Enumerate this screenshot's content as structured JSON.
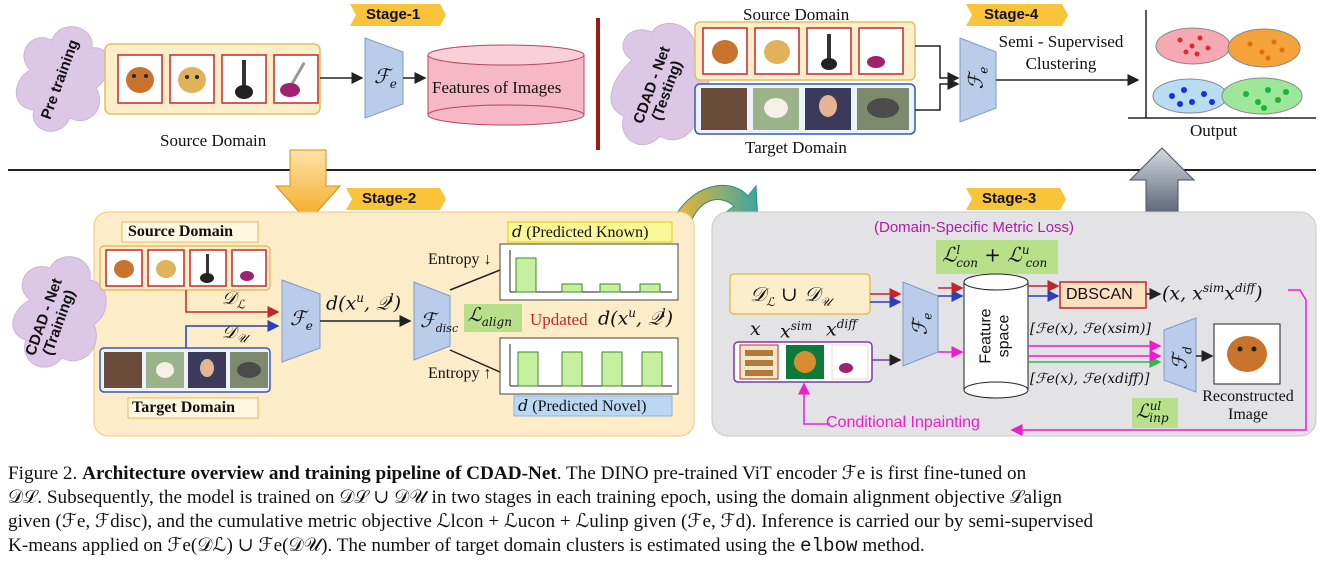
{
  "stages": {
    "s1": "Stage-1",
    "s2": "Stage-2",
    "s3": "Stage-3",
    "s4": "Stage-4"
  },
  "pretraining": {
    "cloud_label": "Pre training",
    "encoder": "ℱ",
    "encoder_sub": "e",
    "features": "Features of Images",
    "domain_label": "Source Domain"
  },
  "testing": {
    "cloud_label": "CDAD - Net (Testing)",
    "source_label": "Source Domain",
    "target_label": "Target Domain",
    "encoder": "ℱ",
    "encoder_sub": "e",
    "clustering": "Semi - Supervised\nClustering",
    "output": "Output"
  },
  "training": {
    "cloud_label": "CDAD - Net (Training)",
    "source_domain": "Source Domain",
    "target_domain": "Target Domain",
    "d_L": "𝒟",
    "d_L_sub": "ℒ",
    "d_U": "𝒟",
    "d_U_sub": "𝒰",
    "encoder": "ℱ",
    "encoder_sub": "e",
    "d_xu_q": "d(x",
    "d_xu_q_sup": "u",
    "d_xu_q_rest": ", 𝒬",
    "d_xu_q_sup2": "l",
    "d_xu_q_end": ")",
    "disc": "ℱ",
    "disc_sub": "disc",
    "align": "ℒ",
    "align_sub": "align",
    "updated": "Updated",
    "pred_known": "(Predicted Known)",
    "pred_novel": "(Predicted Novel)",
    "d": "d",
    "entropy_down": "Entropy ↓",
    "entropy_up": "Entropy ↑"
  },
  "stage3": {
    "metric_loss": "(Domain-Specific Metric Loss)",
    "lcon": "ℒ",
    "lcon_l": "l",
    "lcon_u": "u",
    "lcon_sub": "con",
    "union": "𝒟",
    "union_sub1": "ℒ",
    "union_op": "∪ 𝒟",
    "union_sub2": "𝒰",
    "x": "x",
    "xsim": "x",
    "xsim_sup": "sim",
    "xdiff": "x",
    "xdiff_sup": "diff",
    "encoder": "ℱ",
    "encoder_sub": "e",
    "feature_space": "Feature\nspace",
    "dbscan": "DBSCAN",
    "triple": "(x, x",
    "triple_sup1": "sim",
    "triple_mid": "x",
    "triple_sup2": "diff",
    "triple_end": ")",
    "pair_sim": "[ℱ",
    "pair_sim_text": "[ℱe(x), ℱe(xsim)]",
    "pair_diff_text": "[ℱe(x), ℱe(xdiff)]",
    "decoder": "ℱ",
    "decoder_sub": "d",
    "reconstructed": "Reconstructed\nImage",
    "inpainting": "Conditional Inpainting",
    "linp": "ℒ",
    "linp_sup": "ul",
    "linp_sub": "inp"
  },
  "caption": {
    "figure": "Figure 2.",
    "title": "Architecture overview and training pipeline of CDAD-Net",
    "line1_rest": ". The DINO pre-trained ViT encoder ℱe is first fine-tuned on",
    "line2": "𝒟ℒ. Subsequently, the model is trained on 𝒟ℒ ∪ 𝒟𝒰 in two stages in each training epoch, using the domain alignment objective ℒalign",
    "line3": "given (ℱe, ℱdisc), and the cumulative metric objective ℒlcon + ℒucon + ℒulinp given (ℱe, ℱd). Inference is carried our by semi-supervised",
    "line4_a": "K-means applied on ℱe(𝒟ℒ) ∪ ℱe(𝒟𝒰). The number of target domain clusters is estimated using the",
    "line4_code": "elbow",
    "line4_b": "method."
  },
  "colors": {
    "stage_bg": "#f9c33a",
    "yellow_panel": "#fdecc8",
    "grey_panel": "#e3e3e6",
    "cloud": "#dcc8e6",
    "encoder": "#b9cdea",
    "magenta": "#ee1ccb",
    "green_box": "#b8e08a",
    "blue_box": "#bcd7f2",
    "yellow_box": "#fbf69a"
  }
}
